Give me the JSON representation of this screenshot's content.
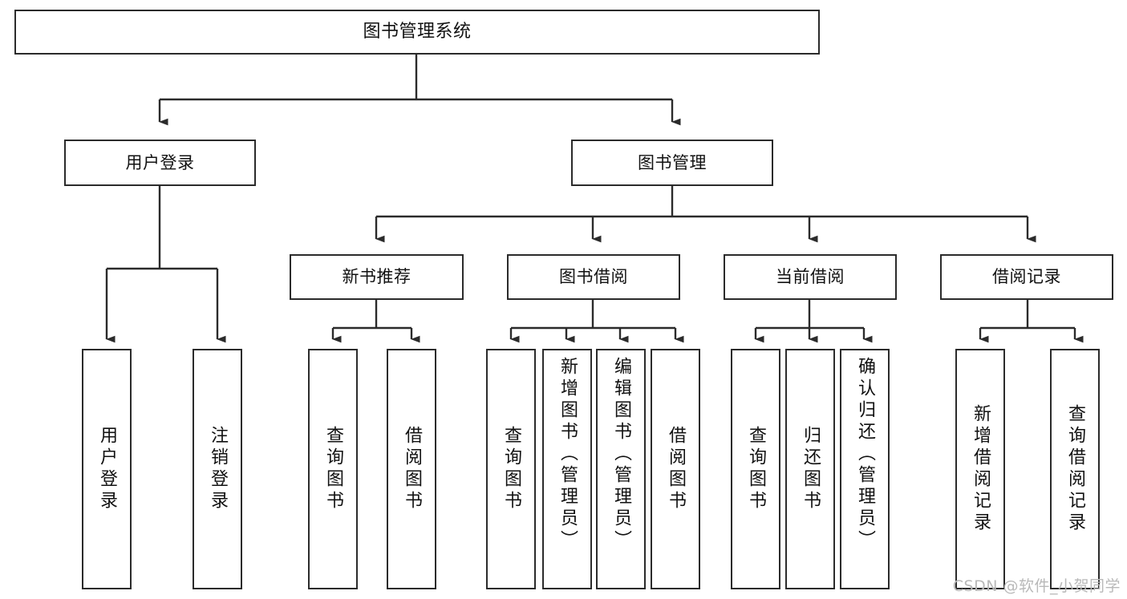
{
  "diagram": {
    "title": "图书管理系统",
    "type": "tree-hierarchy",
    "orientation": "top-down",
    "colors": {
      "node_border": "#2b2b2b",
      "node_fill": "#ffffff",
      "edge": "#2b2b2b",
      "text": "#111111",
      "watermark": "#b9b9b9",
      "background": "#ffffff"
    },
    "root": {
      "label": "图书管理系统"
    },
    "level2": [
      {
        "label": "用户登录"
      },
      {
        "label": "图书管理"
      }
    ],
    "level3": [
      {
        "label": "新书推荐"
      },
      {
        "label": "图书借阅"
      },
      {
        "label": "当前借阅"
      },
      {
        "label": "借阅记录"
      }
    ],
    "leaves": {
      "user_login": [
        {
          "label": "用户登录"
        },
        {
          "label": "注销登录"
        }
      ],
      "new_book_recommend": [
        {
          "label": "查询图书"
        },
        {
          "label": "借阅图书"
        }
      ],
      "book_borrow": [
        {
          "label": "查询图书"
        },
        {
          "label": "新增图书（管理员）"
        },
        {
          "label": "编辑图书（管理员）"
        },
        {
          "label": "借阅图书"
        }
      ],
      "current_borrow": [
        {
          "label": "查询图书"
        },
        {
          "label": "归还图书"
        },
        {
          "label": "确认归还（管理员）"
        }
      ],
      "borrow_record": [
        {
          "label": "新增借阅记录"
        },
        {
          "label": "查询借阅记录"
        }
      ]
    }
  },
  "watermark": {
    "text": "CSDN @软件_小贺同学"
  }
}
